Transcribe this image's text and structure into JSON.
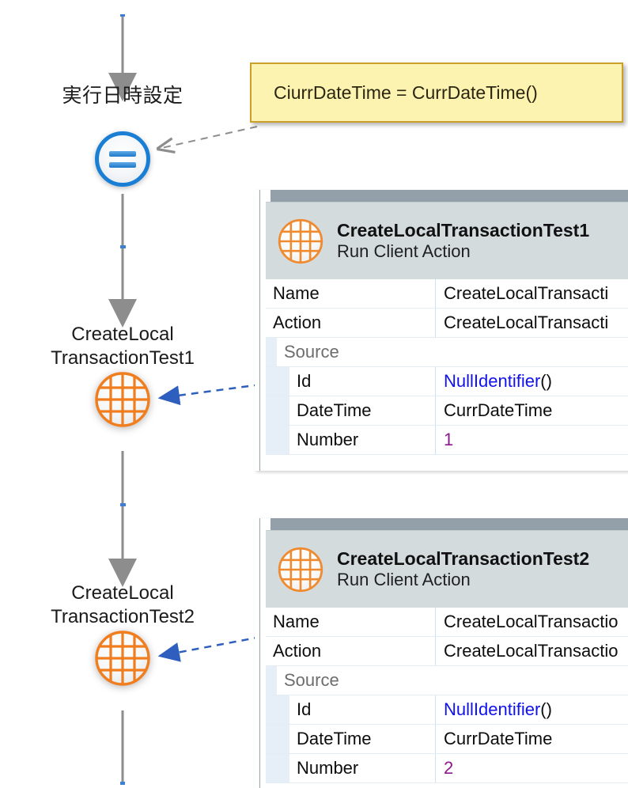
{
  "diagram": {
    "nodes": [
      {
        "id": "assign",
        "label": "実行日時設定",
        "icon": "assign-equals-icon"
      },
      {
        "id": "action1",
        "label": "CreateLocal\nTransactionTest1",
        "icon": "run-client-action-icon"
      },
      {
        "id": "action2",
        "label": "CreateLocal\nTransactionTest2",
        "icon": "run-client-action-icon"
      }
    ],
    "tooltip": {
      "text": "CiurrDateTime = CurrDateTime()"
    },
    "colors": {
      "flow_line": "#8d8d8d",
      "assign_accent": "#1a7fd4",
      "action_accent": "#f07d1e",
      "callout_arrow": "#2f5fbe",
      "tooltip_fill": "#fcf3b0",
      "tooltip_border": "#cba02a"
    }
  },
  "panels": [
    {
      "title": "CreateLocalTransactionTest1",
      "subtitle": "Run Client Action",
      "icon": "run-client-action-icon",
      "rows": [
        {
          "key": "Name",
          "value": "CreateLocalTransacti",
          "level": 0,
          "type": "text"
        },
        {
          "key": "Action",
          "value": "CreateLocalTransacti",
          "level": 0,
          "type": "text"
        },
        {
          "key": "Source",
          "value": "",
          "level": 1,
          "type": "group"
        },
        {
          "key": "Id",
          "value": "NullIdentifier",
          "suffix": "()",
          "level": 2,
          "type": "function"
        },
        {
          "key": "DateTime",
          "value": "CurrDateTime",
          "level": 2,
          "type": "text"
        },
        {
          "key": "Number",
          "value": "1",
          "level": 2,
          "type": "number"
        }
      ]
    },
    {
      "title": "CreateLocalTransactionTest2",
      "subtitle": "Run Client Action",
      "icon": "run-client-action-icon",
      "rows": [
        {
          "key": "Name",
          "value": "CreateLocalTransactio",
          "level": 0,
          "type": "text"
        },
        {
          "key": "Action",
          "value": "CreateLocalTransactio",
          "level": 0,
          "type": "text"
        },
        {
          "key": "Source",
          "value": "",
          "level": 1,
          "type": "group"
        },
        {
          "key": "Id",
          "value": "NullIdentifier",
          "suffix": "()",
          "level": 2,
          "type": "function"
        },
        {
          "key": "DateTime",
          "value": "CurrDateTime",
          "level": 2,
          "type": "text"
        },
        {
          "key": "Number",
          "value": "2",
          "level": 2,
          "type": "number"
        }
      ]
    }
  ]
}
